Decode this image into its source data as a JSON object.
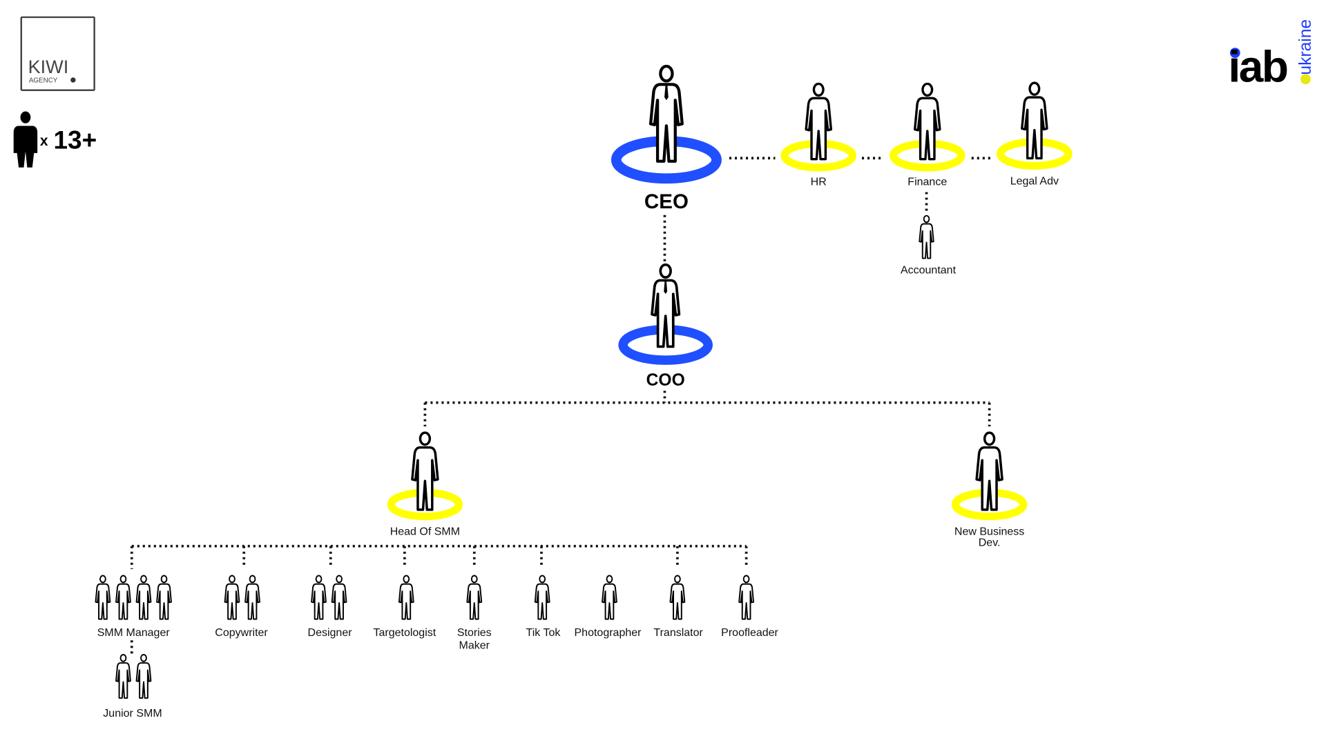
{
  "logos": {
    "kiwi": {
      "name": "KIWI",
      "sub": "AGENCY"
    },
    "team_count": {
      "prefix": "x",
      "value": "13+"
    },
    "iab": {
      "main": "iab",
      "side": "ukraine"
    }
  },
  "colors": {
    "blue": "#1f4fff",
    "yellow": "#ffff00"
  },
  "org": {
    "ceo": {
      "label": "CEO",
      "count": 1
    },
    "hr": {
      "label": "HR",
      "count": 1
    },
    "finance": {
      "label": "Finance",
      "count": 1
    },
    "legal": {
      "label": "Legal Adv",
      "count": 1
    },
    "accountant": {
      "label": "Accountant",
      "count": 1
    },
    "coo": {
      "label": "COO",
      "count": 1
    },
    "head_smm": {
      "label": "Head Of SMM",
      "count": 1
    },
    "nbd": {
      "label_line1": "New Business",
      "label_line2": "Dev.",
      "count": 1
    },
    "smm_manager": {
      "label": "SMM Manager",
      "count": 4
    },
    "junior_smm": {
      "label": "Junior SMM",
      "count": 2
    },
    "copywriter": {
      "label": "Copywriter",
      "count": 2
    },
    "designer": {
      "label": "Designer",
      "count": 2
    },
    "targetologist": {
      "label": "Targetologist",
      "count": 1
    },
    "stories_maker": {
      "label_line1": "Stories",
      "label_line2": "Maker",
      "count": 1
    },
    "tiktok": {
      "label": "Tik Tok",
      "count": 1
    },
    "photographer": {
      "label": "Photographer",
      "count": 1
    },
    "translator": {
      "label": "Translator",
      "count": 1
    },
    "proofleader": {
      "label": "Proofleader",
      "count": 1
    }
  }
}
